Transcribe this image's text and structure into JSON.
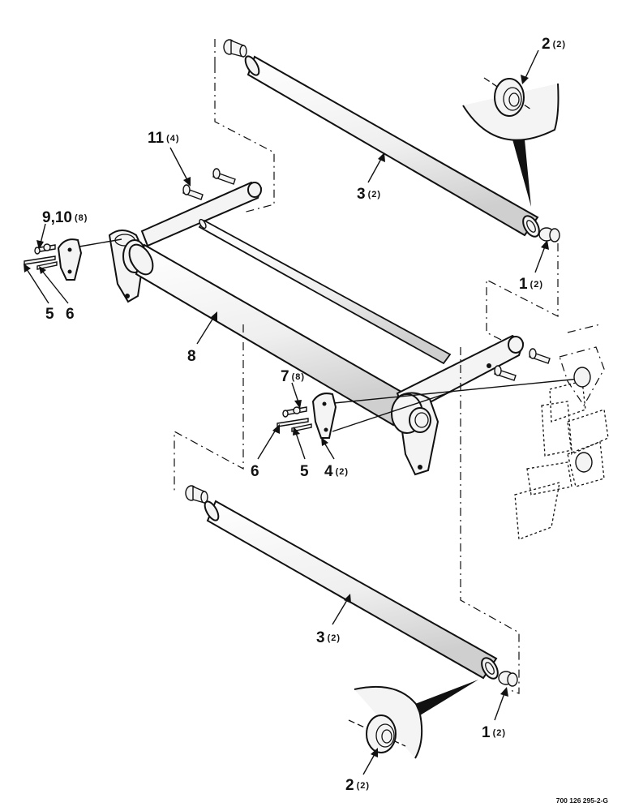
{
  "callouts": [
    {
      "id": "c2-top",
      "number": "2",
      "qty": "(2)"
    },
    {
      "id": "c3-top",
      "number": "3",
      "qty": "(2)"
    },
    {
      "id": "c1-top",
      "number": "1",
      "qty": "(2)"
    },
    {
      "id": "c11",
      "number": "11",
      "qty": "(4)"
    },
    {
      "id": "c9-10",
      "number": "9,10",
      "qty": "(8)"
    },
    {
      "id": "c5-left",
      "number": "5",
      "qty": ""
    },
    {
      "id": "c6-left",
      "number": "6",
      "qty": ""
    },
    {
      "id": "c8",
      "number": "8",
      "qty": ""
    },
    {
      "id": "c7",
      "number": "7",
      "qty": "(8)"
    },
    {
      "id": "c6-right",
      "number": "6",
      "qty": ""
    },
    {
      "id": "c5-right",
      "number": "5",
      "qty": ""
    },
    {
      "id": "c4",
      "number": "4",
      "qty": "(2)"
    },
    {
      "id": "c3-bottom",
      "number": "3",
      "qty": "(2)"
    },
    {
      "id": "c1-bottom",
      "number": "1",
      "qty": "(2)"
    },
    {
      "id": "c2-bottom",
      "number": "2",
      "qty": "(2)"
    }
  ],
  "drawing_number": "700 126 295-2-G"
}
